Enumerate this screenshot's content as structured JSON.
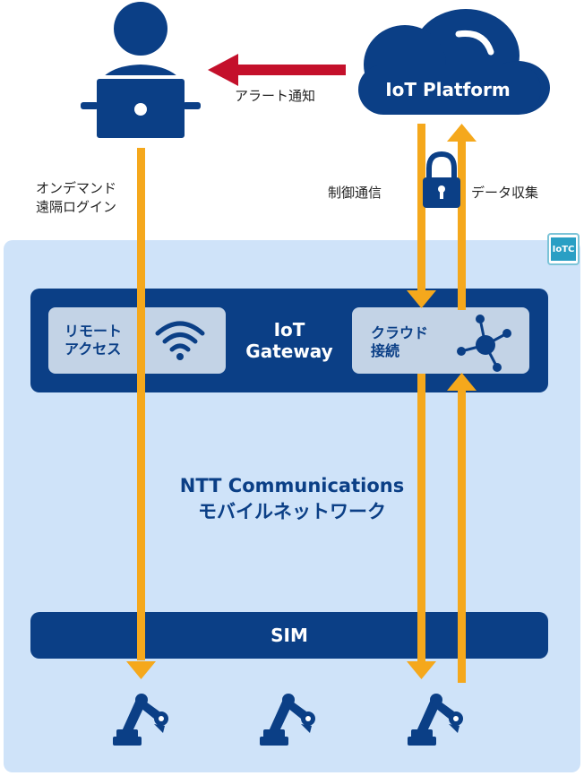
{
  "platform": {
    "label": "IoT Platform"
  },
  "alert": {
    "label": "アラート通知"
  },
  "remote_login": {
    "line1": "オンデマンド",
    "line2": "遠隔ログイン"
  },
  "control": {
    "label": "制御通信"
  },
  "collect": {
    "label": "データ収集"
  },
  "badge": {
    "label": "IoTC"
  },
  "gateway": {
    "line1": "IoT",
    "line2": "Gateway",
    "remote_access": {
      "line1": "リモート",
      "line2": "アクセス"
    },
    "cloud_connect": {
      "line1": "クラウド",
      "line2": "接続"
    }
  },
  "network": {
    "line1": "NTT Communications",
    "line2": "モバイルネットワーク"
  },
  "sim": {
    "label": "SIM"
  },
  "colors": {
    "navy": "#0b3f86",
    "orange": "#f5a81c",
    "red": "#c4102b",
    "light_blue": "#cfe3f9",
    "sub_box": "#c3d3e6"
  }
}
